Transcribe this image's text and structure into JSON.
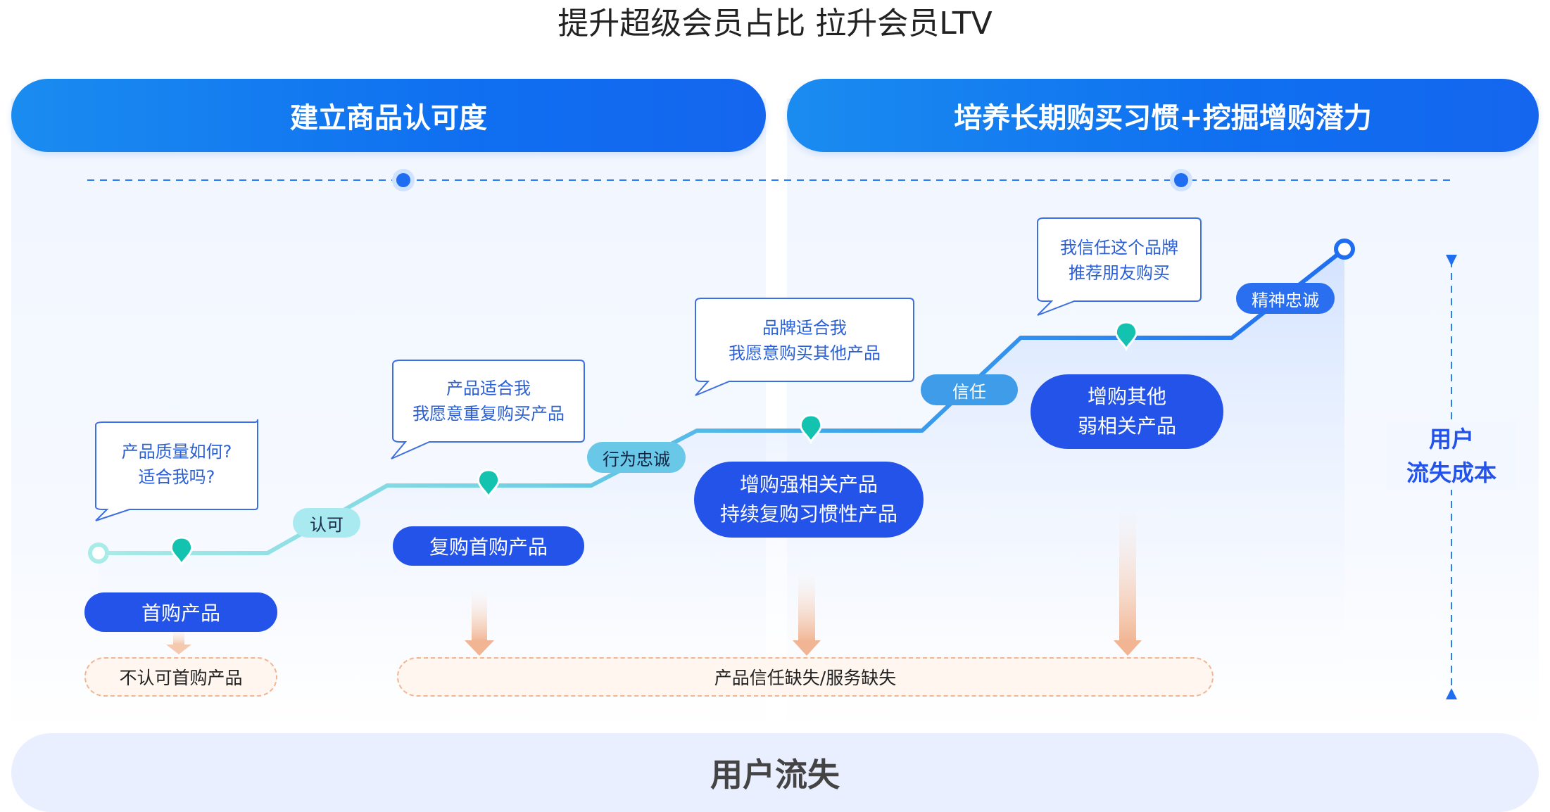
{
  "title": "提升超级会员占比 拉升会员LTV",
  "banners": {
    "left": "建立商品认可度",
    "right": "培养长期购买习惯+挖掘增购潜力"
  },
  "bubbles": [
    {
      "line1": "产品质量如何?",
      "line2": "适合我吗?"
    },
    {
      "line1": "产品适合我",
      "line2": "我愿意重复购买产品"
    },
    {
      "line1": "品牌适合我",
      "line2": "我愿意购买其他产品"
    },
    {
      "line1": "我信任这个品牌",
      "line2": "推荐朋友购买"
    }
  ],
  "stage_tags": [
    "认可",
    "行为忠诚",
    "信任",
    "精神忠诚"
  ],
  "actions": [
    {
      "line1": "首购产品"
    },
    {
      "line1": "复购首购产品"
    },
    {
      "line1": "增购强相关产品",
      "line2": "持续复购习惯性产品"
    },
    {
      "line1": "增购其他",
      "line2": "弱相关产品"
    }
  ],
  "losses": [
    "不认可首购产品",
    "产品信任缺失/服务缺失"
  ],
  "side_label": {
    "line1": "用户",
    "line2": "流失成本"
  },
  "bottom_label": "用户流失",
  "colors": {
    "banner_blue": "#0f6ff0",
    "pill_blue": "#2453ea",
    "teal": "#14c2b0",
    "orange_border": "#f1b593"
  }
}
